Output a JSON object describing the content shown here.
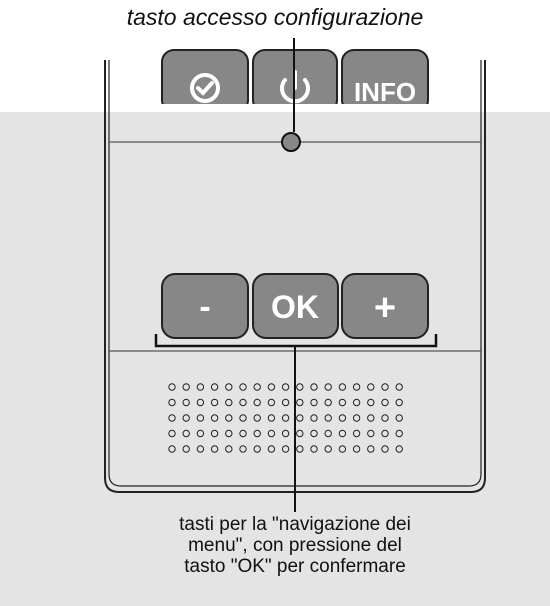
{
  "top_label": "tasto accesso configurazione",
  "bottom_label_lines": [
    "tasti per la \"navigazione dei",
    "menu\", con pressione del",
    "tasto \"OK\" per confermare"
  ],
  "top_buttons": [
    {
      "name": "check-icon",
      "label": ""
    },
    {
      "name": "power-icon",
      "label": ""
    },
    {
      "name": "info",
      "label": "INFO"
    }
  ],
  "nav_buttons": {
    "minus": "-",
    "ok": "OK",
    "plus": "+"
  },
  "colors": {
    "panel_bg": "#e4e4e4",
    "button_fill": "#878787",
    "button_stroke": "#222222",
    "device_line": "#222222"
  }
}
